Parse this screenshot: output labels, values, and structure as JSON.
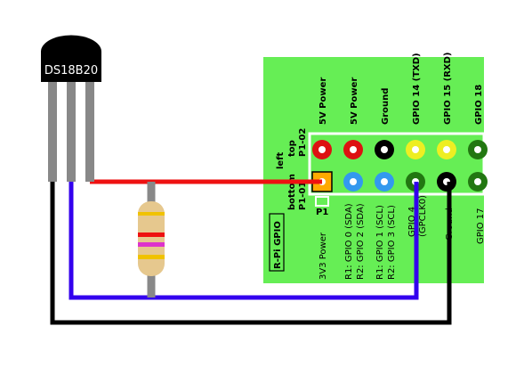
{
  "sensor": {
    "label": "DS18B20"
  },
  "board": {
    "label": "R-Pi GPIO",
    "connector": "P1",
    "orientation": {
      "left": "left",
      "bottom": "bottom",
      "p1_01": "P1-01",
      "top": "top",
      "p1_02": "P1-02"
    },
    "top_row": [
      {
        "label": "5V Power",
        "color": "#dd1111"
      },
      {
        "label": "5V Power",
        "color": "#dd1111"
      },
      {
        "label": "Ground",
        "color": "#000000"
      },
      {
        "label": "GPIO 14 (TXD)",
        "color": "#eeee22"
      },
      {
        "label": "GPIO 15 (RXD)",
        "color": "#eeee22"
      },
      {
        "label": "GPIO 18",
        "color": "#227711"
      }
    ],
    "bottom_row": [
      {
        "label1": "3V3 Power",
        "label2": "",
        "color": "#ffaa00"
      },
      {
        "label1": "R1: GPIO 0 (SDA)",
        "label2": "R2: GPIO 2 (SDA)",
        "color": "#3399ee"
      },
      {
        "label1": "R1: GPIO 1 (SCL)",
        "label2": "R2: GPIO 3 (SCL)",
        "color": "#3399ee"
      },
      {
        "label1": "GPIO 4",
        "label2": "(GPCLK0)",
        "color": "#227711"
      },
      {
        "label1": "Ground",
        "label2": "",
        "color": "#000000"
      },
      {
        "label1": "GPIO 17",
        "label2": "",
        "color": "#227711"
      }
    ]
  },
  "colors": {
    "board": "#66ee55",
    "wire_power": "#ee1111",
    "wire_data": "#3300ee",
    "wire_ground": "#000000",
    "sensor_body": "#000000",
    "sensor_legs": "#888888",
    "resistor_body": "#e6c88e"
  }
}
